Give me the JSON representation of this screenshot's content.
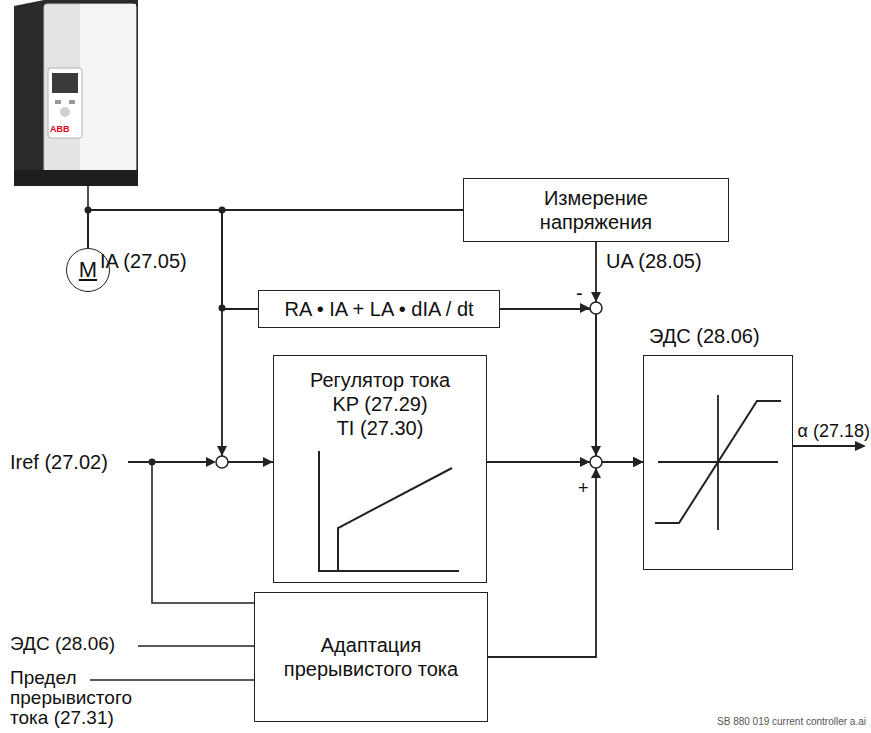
{
  "diagram": {
    "nodes": [
      {
        "text": [
          "Измерение напряжения"
        ]
      },
      {
        "text": [
          "RA • IA + LA • dIA / dt"
        ]
      },
      {
        "text": [
          "Регулятор тока",
          "KP (27.29)",
          "TI (27.30)"
        ]
      },
      {
        "text": [
          "ЭДС (28.06)"
        ]
      },
      {
        "text": [
          "Адаптация прерывистого тока"
        ]
      },
      {
        "text": [
          "M"
        ]
      }
    ],
    "edges": [
      {
        "from": 5,
        "to": 0,
        "arrow": "none"
      },
      {
        "from": 5,
        "to": 1,
        "arrow": "none"
      },
      {
        "from": 5,
        "to": 2,
        "arrow": "to"
      },
      {
        "from": 0,
        "to": 3,
        "arrow": "to"
      },
      {
        "from": 1,
        "to": 3,
        "arrow": "to"
      },
      {
        "from": 2,
        "to": 3,
        "arrow": "to"
      },
      {
        "from": 4,
        "to": 3,
        "arrow": "to"
      }
    ],
    "labels": [
      "ABB",
      "IA (27.05)",
      "UA (28.05)",
      "-",
      "+",
      "Iref (27.02)",
      "α (27.18)",
      "ЭДС (28.06)",
      "Предел прерывистого тока (27.31)",
      "SB 880 019 current controller a.ai"
    ]
  }
}
